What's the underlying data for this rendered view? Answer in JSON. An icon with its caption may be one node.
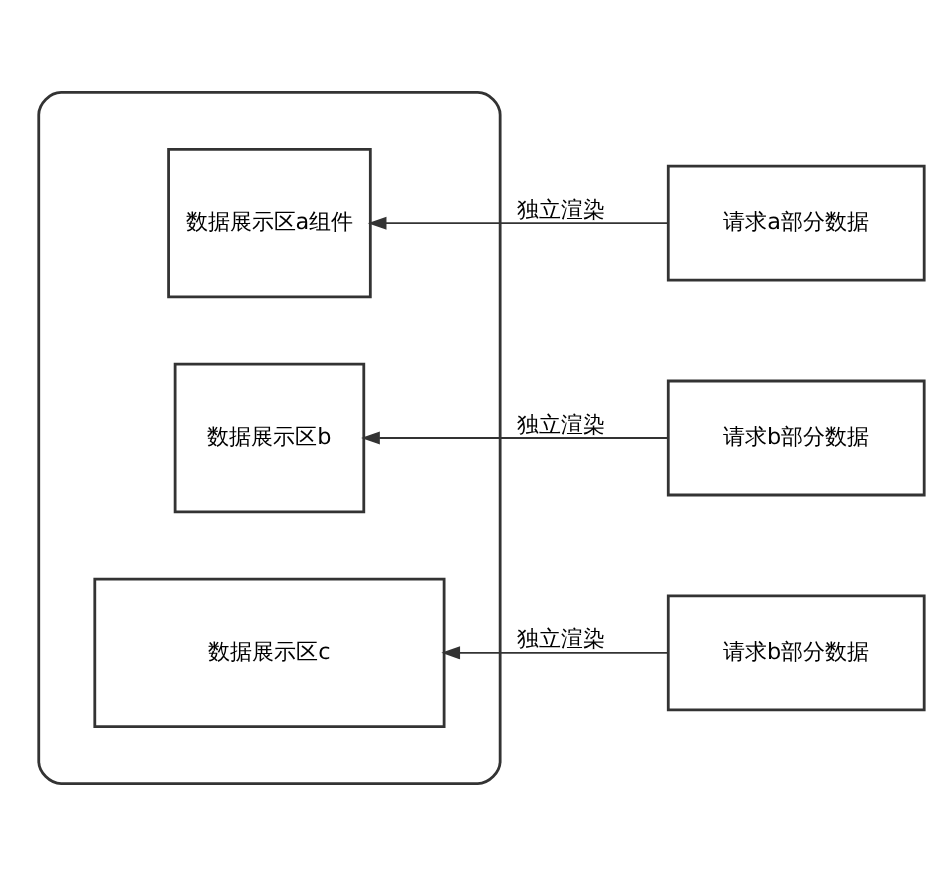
{
  "diagram": {
    "nodes": [
      {
        "text": [],
        "shape": "box"
      },
      {
        "text": [
          "数据展示区a组件"
        ],
        "in": 0
      },
      {
        "text": [
          "数据展示区b"
        ],
        "in": 0
      },
      {
        "text": [
          "数据展示区c"
        ],
        "in": 0
      },
      {
        "text": [
          "请求a部分数据"
        ]
      },
      {
        "text": [
          "请求b部分数据"
        ]
      },
      {
        "text": [
          "请求b部分数据"
        ]
      }
    ],
    "edges": [
      {
        "from": 4,
        "to": 1,
        "arrow": "to",
        "label": "独立渲染"
      },
      {
        "from": 5,
        "to": 2,
        "arrow": "to",
        "label": "独立渲染"
      },
      {
        "from": 6,
        "to": 3,
        "arrow": "to",
        "label": "独立渲染"
      }
    ]
  }
}
